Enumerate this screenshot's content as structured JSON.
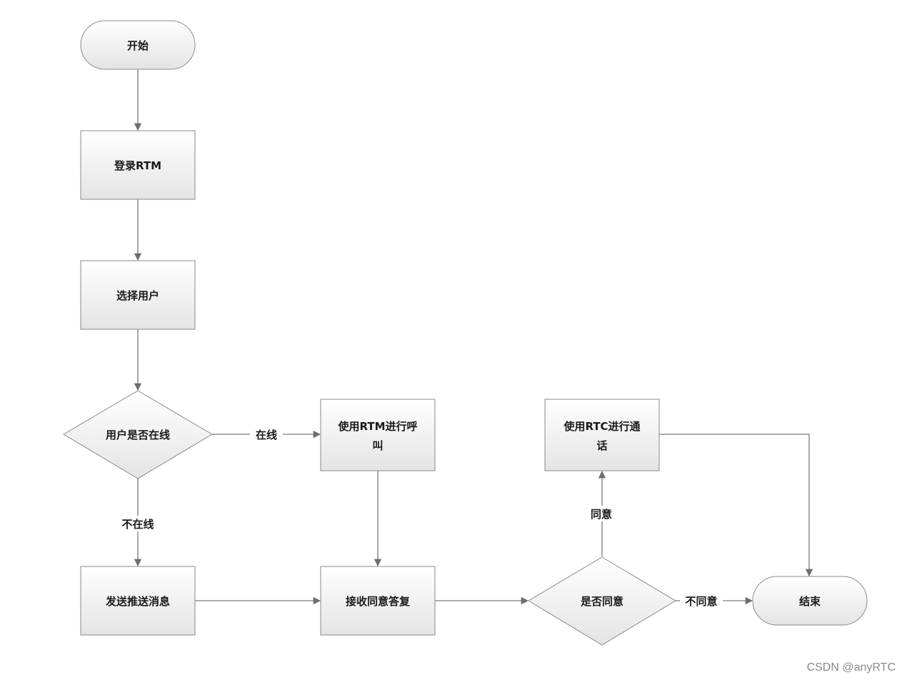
{
  "nodes": {
    "start": "开始",
    "login": "登录RTM",
    "select_user": "选择用户",
    "online_check": "用户是否在线",
    "call_rtm_line1": "使用RTM进行呼",
    "call_rtm_line2": "叫",
    "send_push": "发送推送消息",
    "receive_reply": "接收同意答复",
    "agree_check": "是否同意",
    "call_rtc_line1": "使用RTC进行通",
    "call_rtc_line2": "话",
    "end": "结束"
  },
  "edges": {
    "online": "在线",
    "offline": "不在线",
    "agree": "同意",
    "disagree": "不同意"
  },
  "watermark": "CSDN @anyRTC",
  "colors": {
    "shape_fill_top": "#ffffff",
    "shape_fill_bottom": "#e6e6e6",
    "shape_stroke": "#8a8a8a",
    "edge": "#7a7a7a"
  }
}
